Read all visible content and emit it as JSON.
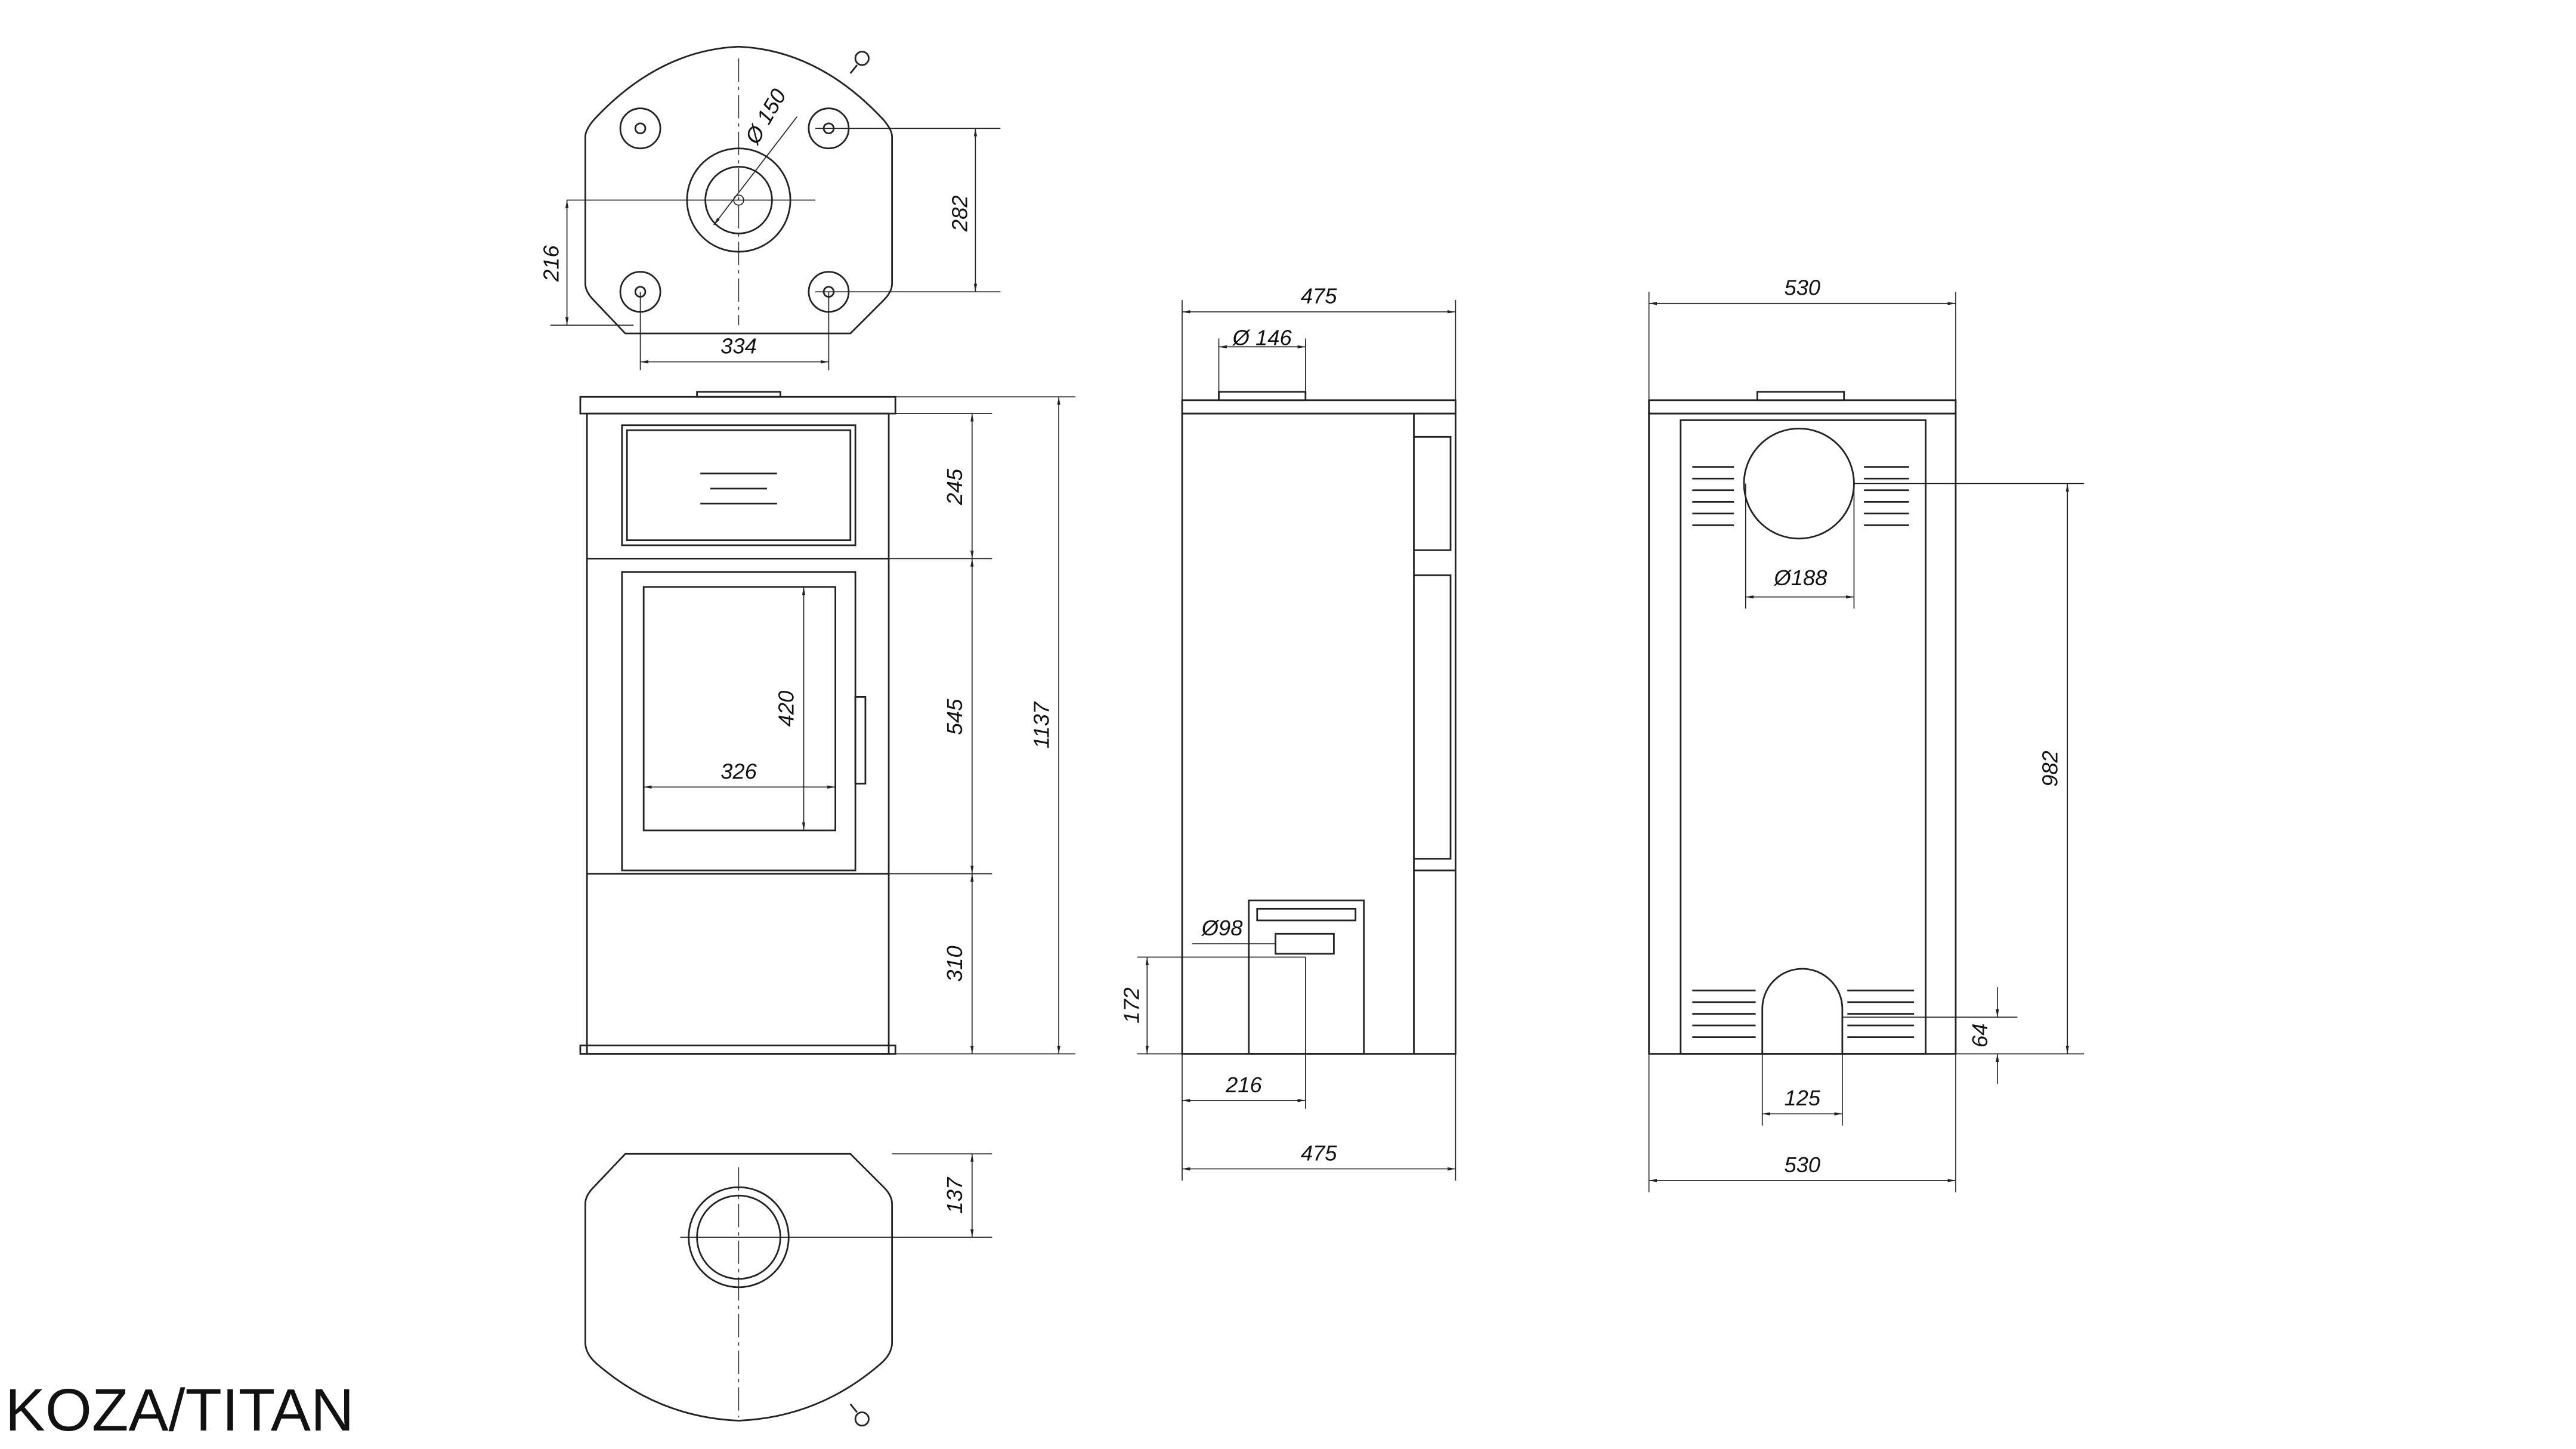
{
  "title": "KOZA/TITAN",
  "dimensions": {
    "top_flue_dia": "Ø 150",
    "top_bolt_spacing_y": "282",
    "top_flue_offset": "216",
    "top_bolt_spacing_x": "334",
    "front_top_door": "245",
    "front_glass_door": "545",
    "front_ash": "310",
    "front_height": "1137",
    "front_glass_h": "420",
    "front_glass_w": "326",
    "side_depth_top": "475",
    "side_flue_dia": "Ø 146",
    "side_air_dia": "Ø98",
    "side_air_height": "172",
    "side_air_offset": "216",
    "side_depth_bottom": "475",
    "back_width_top": "530",
    "back_flue_dia": "Ø188",
    "back_flue_height": "982",
    "back_air_height": "64",
    "back_air_width": "125",
    "back_width_bottom": "530",
    "bottom_flue_offset": "137"
  }
}
